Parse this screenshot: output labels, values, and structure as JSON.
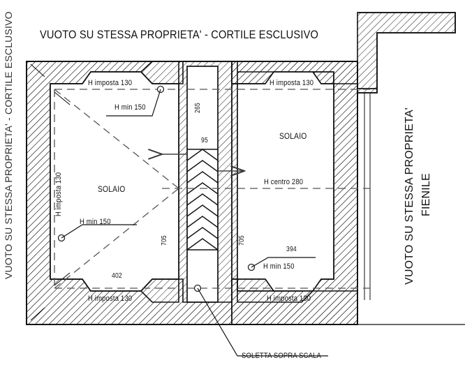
{
  "drawing": {
    "kind": "architectural-floor-plan",
    "title_top": "VUOTO SU STESSA PROPRIETA' - CORTILE ESCLUSIVO",
    "side_right_line1": "VUOTO SU STESSA PROPRIETA'",
    "side_right_line2": "FIENILE",
    "side_left": "VUOTO SU STESSA PROPRIETA' - CORTILE ESCLUSIVO"
  },
  "rooms": {
    "left_label": "SOLAIO",
    "right_label": "SOLAIO"
  },
  "annotations": {
    "h_imposta_top_left": "H imposta 130",
    "h_imposta_top_right": "H imposta 130",
    "h_imposta_bottom_left": "H imposta 130",
    "h_imposta_bottom_right": "H imposta 130",
    "h_imposta_left_wall": "H imposta 130",
    "h_min_top_left": "H min 150",
    "h_min_bottom_left": "H min 150",
    "h_min_bottom_right": "H min 150",
    "h_centro_right": "H centro 280",
    "callout_stair": "SOLETTA SOPRA SCALA"
  },
  "dimensions": {
    "stair_length_265": "265",
    "stair_width_95": "95",
    "left_room_depth_705": "705",
    "left_room_width_402": "402",
    "right_room_depth_705": "705",
    "right_room_width_394": "394"
  },
  "colors": {
    "line": "#111111",
    "hatch": "#222222",
    "dash": "#555555",
    "paper": "#ffffff"
  }
}
